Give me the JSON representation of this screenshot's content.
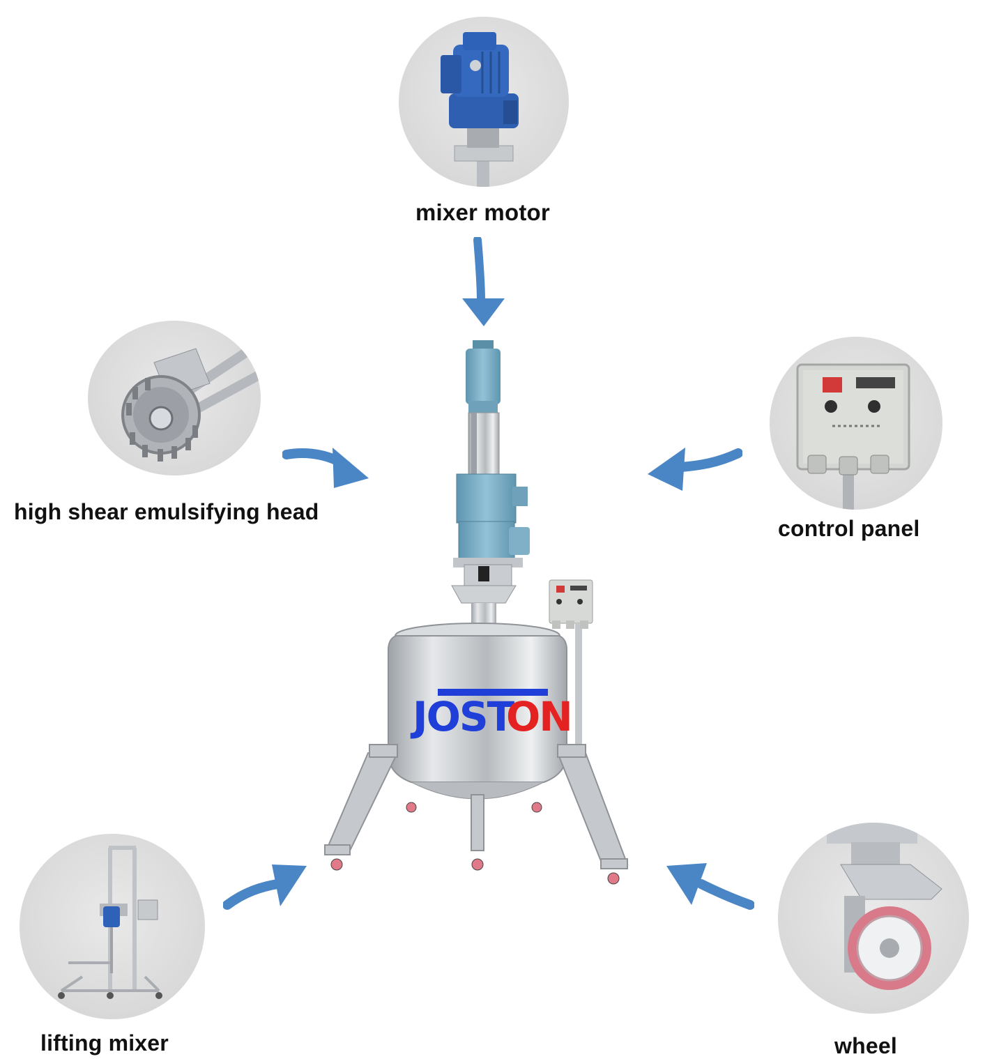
{
  "colors": {
    "arrow": "#4a86c5",
    "motor_blue": "#2e62b8",
    "machine_blue": "#7fb0c8",
    "steel": "#c8ccd0",
    "logo_blue": "#1f3fd8",
    "logo_red": "#e52222",
    "circle_bg": "#dcdcdc"
  },
  "logo": {
    "text": "JOSTON"
  },
  "callouts": [
    {
      "id": "mixer-motor",
      "label": "mixer  motor",
      "icon": "mixer-motor-icon"
    },
    {
      "id": "emulsifying-head",
      "label": "high shear emulsifying head",
      "icon": "emulsifying-head-icon"
    },
    {
      "id": "control-panel",
      "label": "control panel",
      "icon": "control-panel-icon"
    },
    {
      "id": "lifting-mixer",
      "label": "lifting mixer",
      "icon": "lifting-mixer-icon"
    },
    {
      "id": "wheel",
      "label": "wheel",
      "icon": "wheel-icon"
    }
  ]
}
